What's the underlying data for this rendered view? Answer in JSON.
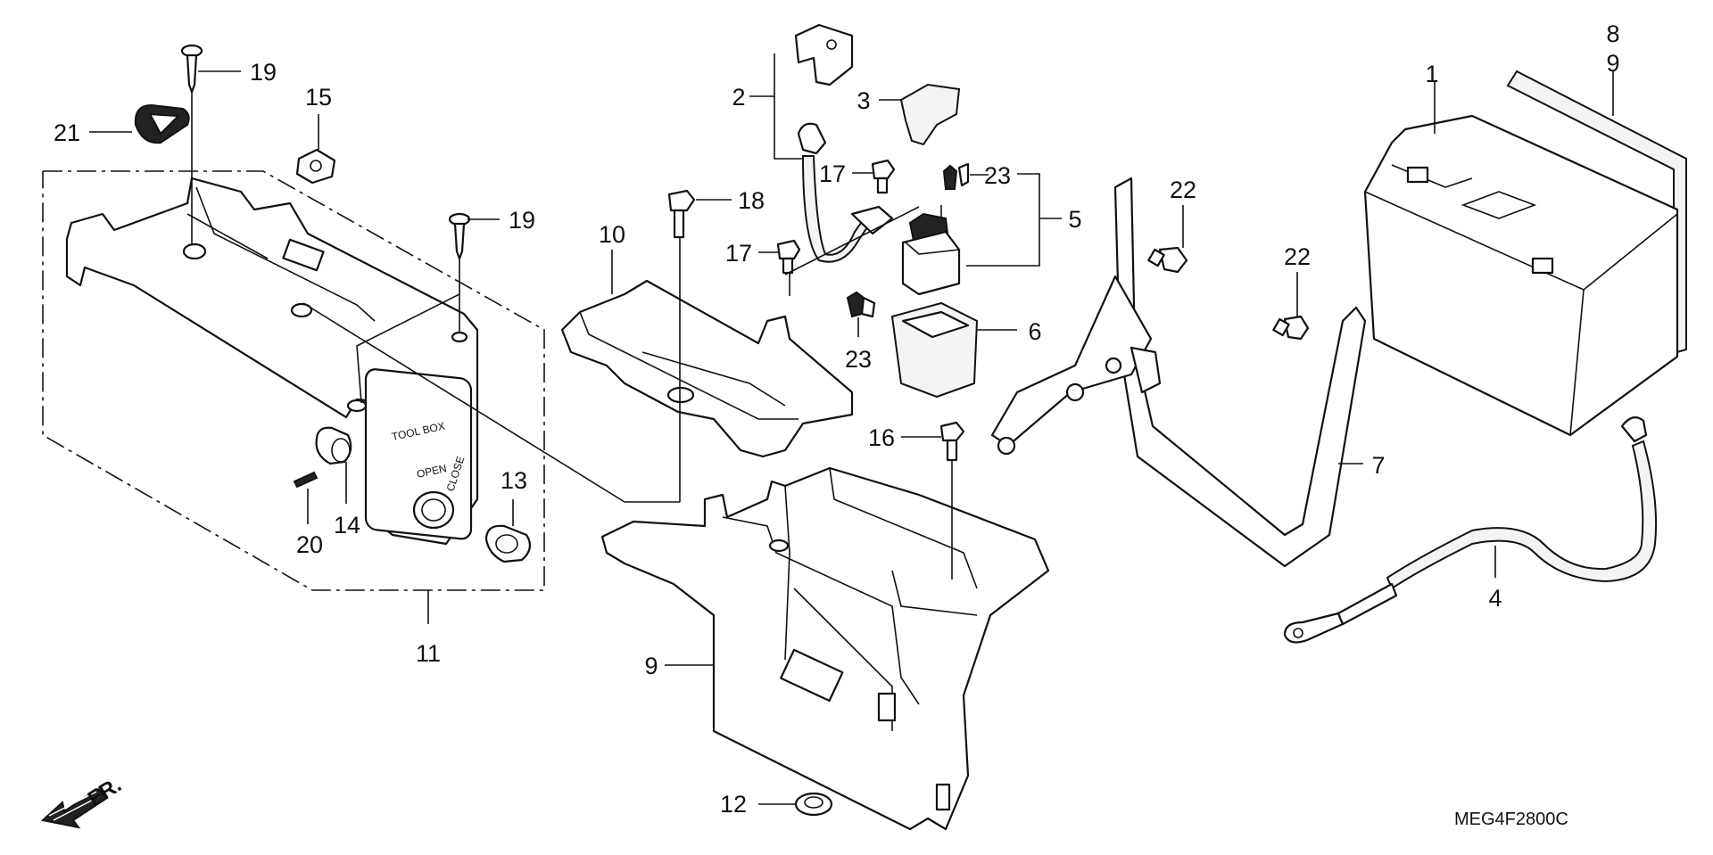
{
  "diagram": {
    "reference_code": "MEG4F2800C",
    "direction_label": "FR.",
    "cover_text": {
      "line1": "TOOL BOX",
      "line2": "OPEN",
      "line3": "CLOSE"
    },
    "callouts": [
      {
        "id": "c1",
        "label": "1"
      },
      {
        "id": "c2",
        "label": "2"
      },
      {
        "id": "c3",
        "label": "3"
      },
      {
        "id": "c4",
        "label": "4"
      },
      {
        "id": "c5",
        "label": "5"
      },
      {
        "id": "c6",
        "label": "6"
      },
      {
        "id": "c7",
        "label": "7"
      },
      {
        "id": "c8",
        "label": "8"
      },
      {
        "id": "c9a",
        "label": "9"
      },
      {
        "id": "c9b",
        "label": "9"
      },
      {
        "id": "c10",
        "label": "10"
      },
      {
        "id": "c11",
        "label": "11"
      },
      {
        "id": "c12",
        "label": "12"
      },
      {
        "id": "c13",
        "label": "13"
      },
      {
        "id": "c14",
        "label": "14"
      },
      {
        "id": "c15",
        "label": "15"
      },
      {
        "id": "c16",
        "label": "16"
      },
      {
        "id": "c17a",
        "label": "17"
      },
      {
        "id": "c17b",
        "label": "17"
      },
      {
        "id": "c18",
        "label": "18"
      },
      {
        "id": "c19a",
        "label": "19"
      },
      {
        "id": "c19b",
        "label": "19"
      },
      {
        "id": "c20",
        "label": "20"
      },
      {
        "id": "c21",
        "label": "21"
      },
      {
        "id": "c22a",
        "label": "22"
      },
      {
        "id": "c22b",
        "label": "22"
      },
      {
        "id": "c23a",
        "label": "23"
      },
      {
        "id": "c23b",
        "label": "23"
      }
    ]
  }
}
